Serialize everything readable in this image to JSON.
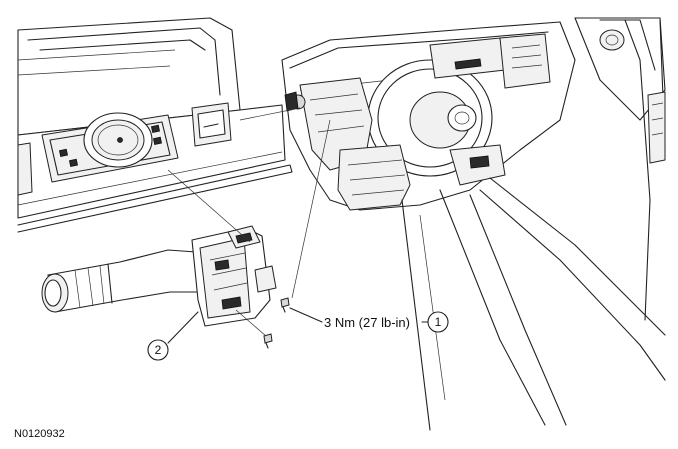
{
  "callouts": {
    "item1": {
      "number": "1",
      "label": "3 Nm (27 lb-in)"
    },
    "item2": {
      "number": "2"
    }
  },
  "figure_id": "N0120932",
  "colors": {
    "line": "#222222",
    "background": "#ffffff",
    "shade": "#f1f1f1"
  }
}
